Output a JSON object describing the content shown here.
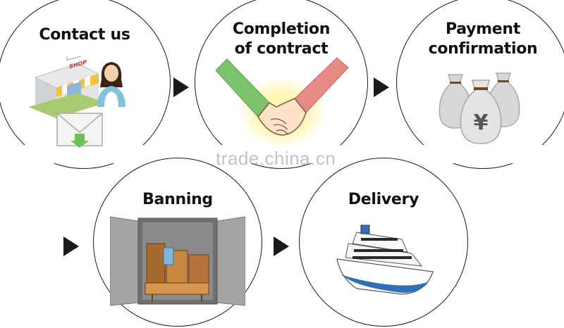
{
  "steps": [
    {
      "id": "contact",
      "label_line1": "Contact us",
      "label_line2": "",
      "shop_sign": "SHOP"
    },
    {
      "id": "contract",
      "label_line1": "Completion",
      "label_line2": "of contract"
    },
    {
      "id": "payment",
      "label_line1": "Payment",
      "label_line2": "confirmation",
      "currency_symbol": "¥"
    },
    {
      "id": "banning",
      "label_line1": "Banning",
      "label_line2": ""
    },
    {
      "id": "delivery",
      "label_line1": "Delivery",
      "label_line2": ""
    }
  ],
  "watermark": "trade.china.cn",
  "colors": {
    "outline": "#1a1a1a",
    "arrow": "#1a1a1a",
    "sleeve_green": "#7cc36b",
    "sleeve_red": "#e58a84",
    "glow": "#fff2a0",
    "shop_awning": "#f6c23a",
    "bag_gray": "#d8d8d8",
    "container_gray": "#9a9a9a",
    "ship_blue": "#2f6fb3"
  },
  "icons": [
    "shop-icon",
    "person-icon",
    "envelope-icon",
    "handshake-icon",
    "money-bag-icon",
    "container-icon",
    "ship-icon"
  ]
}
